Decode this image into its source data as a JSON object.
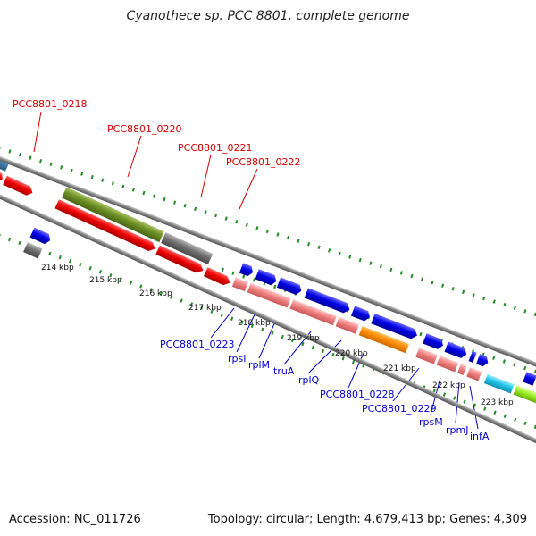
{
  "header": {
    "title": "Cyanothece sp. PCC 8801, complete genome"
  },
  "footer": {
    "accession": "Accession: NC_011726",
    "topology": "Topology: circular; Length: 4,679,413 bp; Genes: 4,309"
  },
  "scale": {
    "ticks": [
      "214 kbp",
      "215 kbp",
      "216 kbp",
      "217 kbp",
      "218 kbp",
      "219 kbp",
      "220 kbp",
      "221 kbp",
      "222 kbp",
      "223 kbp"
    ]
  },
  "genes_upper": [
    "PCC8801_0218",
    "PCC8801_0220",
    "PCC8801_0221",
    "PCC8801_0222"
  ],
  "genes_lower": [
    "PCC8801_0223",
    "rpsI",
    "rplM",
    "truA",
    "rplQ",
    "PCC8801_0228",
    "PCC8801_0229",
    "rpsM",
    "rpmJ",
    "infA"
  ],
  "colors": {
    "red": "#e8000a",
    "blue": "#0000dd",
    "pink": "#f08080",
    "olive": "#6b8e23",
    "gray": "#707070",
    "orange": "#ff8c00",
    "cyan": "#22c6e8",
    "lime": "#99ee22",
    "steel": "#4682b4",
    "dots": "#228b22",
    "label_red": "#d40000",
    "label_blue": "#0000c8"
  }
}
